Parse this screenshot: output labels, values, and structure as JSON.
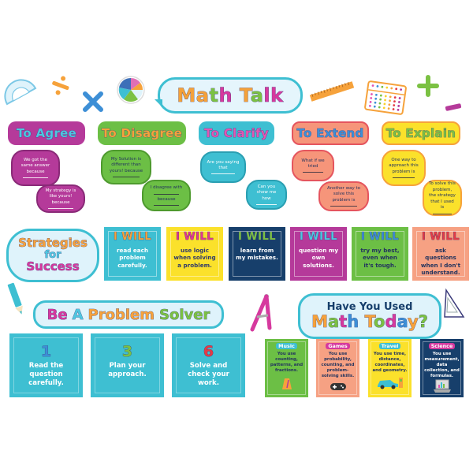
{
  "header": {
    "math_talk": [
      "M",
      "a",
      "t",
      "h",
      " ",
      "T",
      "a",
      "l",
      "k"
    ],
    "math_talk_colors": [
      "#f4a13a",
      "#f4a13a",
      "#7bc143",
      "#d6399e",
      "#ffffff",
      "#f4a13a",
      "#7bc143",
      "#d6399e",
      "#d6399e"
    ],
    "decorations": [
      "protractor-icon",
      "divide-icon",
      "multiply-icon",
      "pie-chart-icon",
      "ruler-icon",
      "abacus-icon",
      "plus-icon",
      "minus-icon"
    ]
  },
  "talk_sections": [
    {
      "title": "To Agree",
      "bg": "#b53a9a",
      "title_color": "#4ec6e0",
      "bubbles": [
        "We got the same answer because",
        "My strategy is like yours! because"
      ]
    },
    {
      "title": "To Disagree",
      "bg": "#6cbf45",
      "title_color": "#f6a23b",
      "bubbles": [
        "My Solution is different than yours! because",
        "I disagree with",
        "because"
      ]
    },
    {
      "title": "To Clarify",
      "bg": "#3ebfd2",
      "title_color": "#e455b3",
      "bubbles": [
        "Are you saying that",
        "Can you show me how"
      ]
    },
    {
      "title": "To Extend",
      "bg": "#f6957a",
      "title_color": "#3d8fd6",
      "bubbles": [
        "What if we tried",
        "Another way to solve this problem is"
      ]
    },
    {
      "title": "To Explain",
      "bg": "#fbe12b",
      "title_color": "#7bc143",
      "bubbles": [
        "One way to approach this problem is",
        "To solve this problem, the strategy that I used is"
      ]
    }
  ],
  "strategies": {
    "banner": [
      "Strategies",
      "for",
      "Success"
    ],
    "cards": [
      {
        "head": "I WILL",
        "text": "read each problem carefully.",
        "bg": "#3ebfd2",
        "head_color": "#f6a23b",
        "text_color": "#ffffff"
      },
      {
        "head": "I WILL",
        "text": "use logic when solving a problem.",
        "bg": "#fbe12b",
        "head_color": "#e2378f",
        "text_color": "#2f3a6b"
      },
      {
        "head": "I WILL",
        "text": "learn from my mistakes.",
        "bg": "#173f6b",
        "head_color": "#7bc143",
        "text_color": "#ffffff"
      },
      {
        "head": "I WILL",
        "text": "question my own solutions.",
        "bg": "#b53a9a",
        "head_color": "#4ec6e0",
        "text_color": "#ffffff"
      },
      {
        "head": "I WILL",
        "text": "try my best, even when it's tough.",
        "bg": "#6cbf45",
        "head_color": "#3d8fd6",
        "text_color": "#23345e"
      },
      {
        "head": "I WILL",
        "text": "ask questions when I don't understand.",
        "bg": "#f6a183",
        "head_color": "#e43b45",
        "text_color": "#23345e"
      }
    ]
  },
  "problem_solver": {
    "banner_words": [
      "Be",
      "A",
      "Problem",
      "Solver"
    ],
    "banner_colors": [
      "#d6399e",
      "#4ec6e0",
      "#f6a23b",
      "#7bc143"
    ],
    "steps": [
      {
        "num": "1",
        "num_color": "#3d8fd6",
        "text": "Read the question carefully."
      },
      {
        "num": "3",
        "num_color": "#7bc143",
        "text": "Plan your approach."
      },
      {
        "num": "6",
        "num_color": "#e43b45",
        "text": "Solve and check your work."
      }
    ]
  },
  "math_today": {
    "line1": "Have You Used",
    "line2": "Math Today?",
    "cards": [
      {
        "head": "Music",
        "text": "You use counting, patterns, and fractions.",
        "bg": "#6cbf45",
        "head_bg": "#3ebfd2",
        "text_color": "#23345e",
        "icon": "metronome-icon"
      },
      {
        "head": "Games",
        "text": "You use probability, counting, and problem-solving skills.",
        "bg": "#f6a183",
        "head_bg": "#d6399e",
        "text_color": "#23345e",
        "icon": "game-controller-icon"
      },
      {
        "head": "Travel",
        "text": "You use time, distance, coordinates, and geometry.",
        "bg": "#fbe12b",
        "head_bg": "#3ebfd2",
        "text_color": "#23345e",
        "icon": "car-icon"
      },
      {
        "head": "Science",
        "text": "You use measurement, data collection, and formulas.",
        "bg": "#173f6b",
        "head_bg": "#d6399e",
        "text_color": "#ffffff",
        "icon": "laptop-chart-icon"
      }
    ]
  }
}
